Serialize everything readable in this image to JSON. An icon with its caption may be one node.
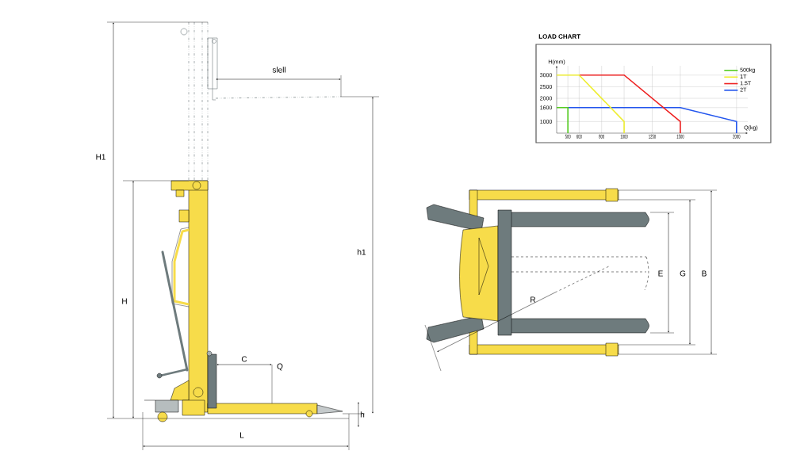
{
  "diagram": {
    "labels": [
      "H1",
      "slell",
      "h1",
      "H",
      "C",
      "Q",
      "h",
      "L",
      "E",
      "G",
      "B",
      "R"
    ],
    "chart_data": {
      "type": "line",
      "title": "LOAD CHART",
      "xlabel": "Q(kg)",
      "ylabel": "H(mm)",
      "xlim": [
        400,
        2100
      ],
      "ylim": [
        500,
        3400
      ],
      "grid": true,
      "legend": "top right",
      "xticks": [
        500,
        600,
        800,
        1000,
        1250,
        1500,
        2000
      ],
      "yticks": [
        1000,
        1600,
        2000,
        2500,
        3000
      ],
      "series": [
        {
          "name": "500kg",
          "color": "#55cc22",
          "x": [
            400,
            500,
            500
          ],
          "values": [
            1600,
            1600,
            500
          ]
        },
        {
          "name": "1T",
          "color": "#eeee33",
          "x": [
            400,
            600,
            1000,
            1000
          ],
          "values": [
            3000,
            3000,
            1000,
            500
          ]
        },
        {
          "name": "1.5T",
          "color": "#ee2222",
          "x": [
            600,
            1000,
            1500,
            1500
          ],
          "values": [
            3000,
            3000,
            1000,
            500
          ]
        },
        {
          "name": "2T",
          "color": "#2255ee",
          "x": [
            500,
            1500,
            2000,
            2000
          ],
          "values": [
            1600,
            1600,
            1000,
            500
          ]
        }
      ]
    }
  }
}
